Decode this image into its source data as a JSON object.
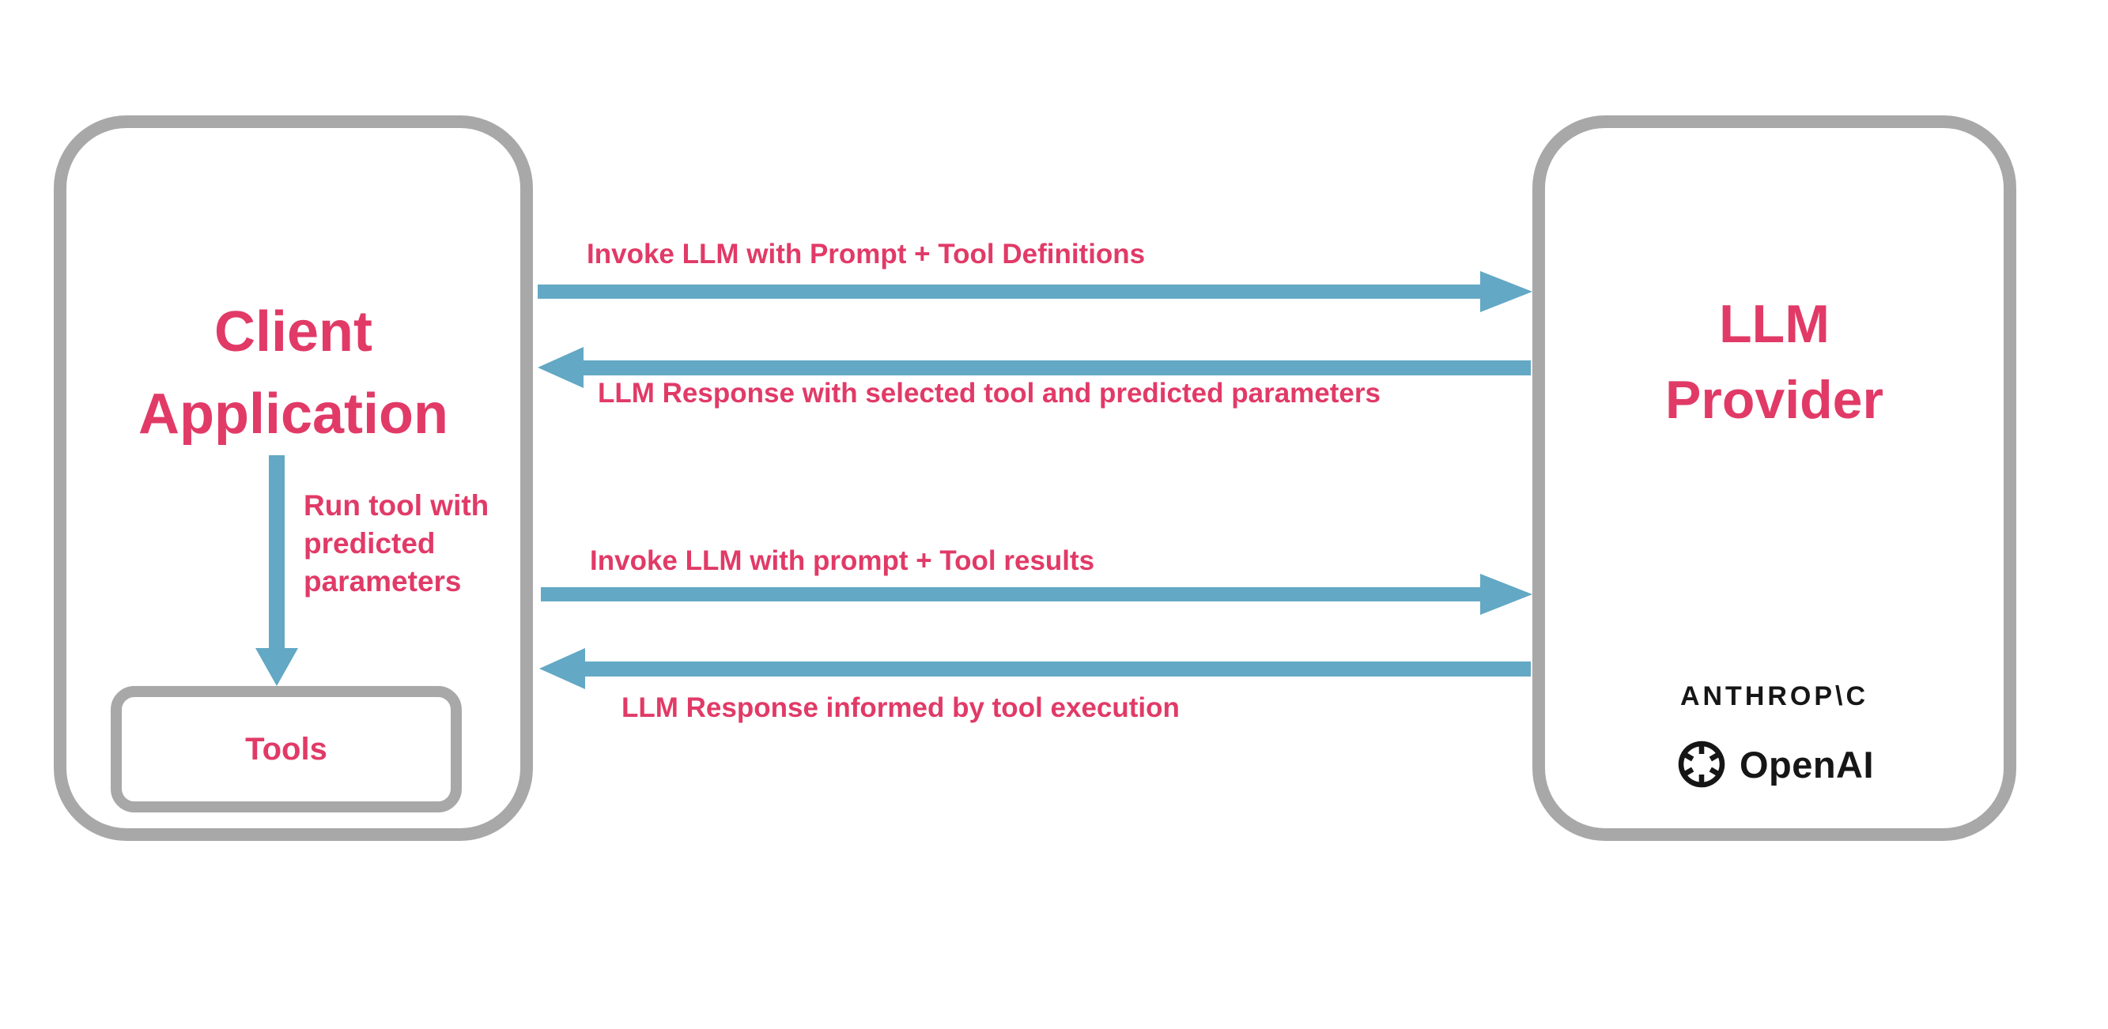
{
  "colors": {
    "accent_pink": "#E13A67",
    "arrow_blue": "#63A8C4",
    "border_gray": "#A8A8A8",
    "logo_black": "#161616",
    "bg": "#FFFFFF"
  },
  "client_box": {
    "title_lines": [
      "Client",
      "Application"
    ],
    "run_tool_note_lines": [
      "Run tool with",
      "predicted",
      "parameters"
    ],
    "tools_box_label": "Tools"
  },
  "provider_box": {
    "title_lines": [
      "LLM",
      "Provider"
    ],
    "logos": {
      "anthropic_wordmark": "ANTHROP\\C",
      "openai_label": "OpenAI"
    }
  },
  "messages": [
    {
      "label": "Invoke LLM with Prompt + Tool Definitions",
      "direction": "right"
    },
    {
      "label": "LLM Response with selected tool and predicted parameters",
      "direction": "left"
    },
    {
      "label": "Invoke LLM with prompt + Tool results",
      "direction": "right"
    },
    {
      "label": "LLM Response informed by tool execution",
      "direction": "left"
    }
  ]
}
